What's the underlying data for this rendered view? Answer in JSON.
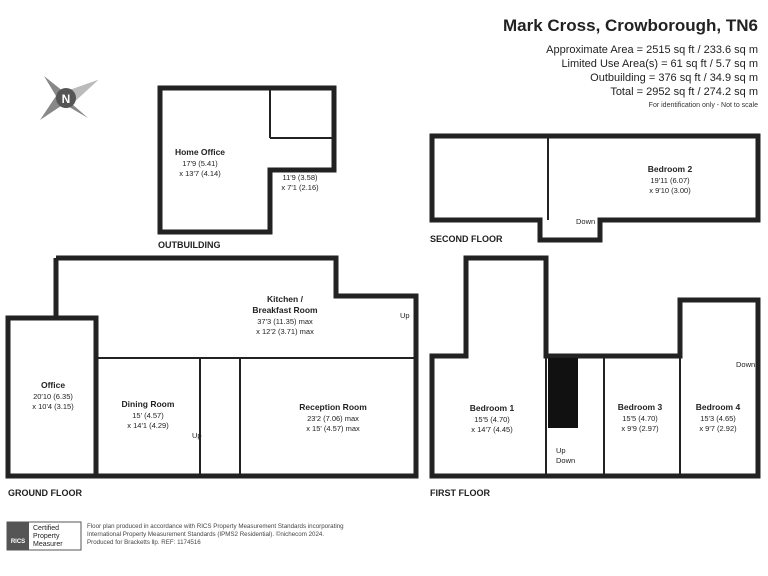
{
  "header": {
    "title": "Mark Cross, Crowborough, TN6",
    "approx_area": "Approximate Area = 2515 sq ft / 233.6 sq m",
    "limited_use": "Limited Use Area(s) = 61 sq ft / 5.7 sq m",
    "outbuilding": "Outbuilding = 376 sq ft / 34.9 sq m",
    "total": "Total = 2952 sq ft / 274.2 sq m",
    "note": "For identification only - Not to scale"
  },
  "compass": {
    "letter": "N"
  },
  "floors": {
    "outbuilding": "OUTBUILDING",
    "second": "SECOND FLOOR",
    "ground": "GROUND FLOOR",
    "first": "FIRST FLOOR"
  },
  "rooms": {
    "home_office": {
      "name": "Home Office",
      "dim1": "17'9 (5.41)",
      "dim2": "x 13'7 (4.14)"
    },
    "outbuilding_side": {
      "dim1": "11'9 (3.58)",
      "dim2": "x 7'1 (2.16)"
    },
    "bedroom2": {
      "name": "Bedroom 2",
      "dim1": "19'11 (6.07)",
      "dim2": "x 9'10 (3.00)"
    },
    "kitchen": {
      "name1": "Kitchen /",
      "name2": "Breakfast Room",
      "dim1": "37'3 (11.35) max",
      "dim2": "x 12'2 (3.71) max"
    },
    "office": {
      "name": "Office",
      "dim1": "20'10 (6.35)",
      "dim2": "x 10'4 (3.15)"
    },
    "dining": {
      "name": "Dining Room",
      "dim1": "15' (4.57)",
      "dim2": "x 14'1 (4.29)"
    },
    "reception": {
      "name": "Reception Room",
      "dim1": "23'2 (7.06) max",
      "dim2": "x 15' (4.57) max"
    },
    "bedroom1": {
      "name": "Bedroom 1",
      "dim1": "15'5 (4.70)",
      "dim2": "x 14'7 (4.45)"
    },
    "bedroom3": {
      "name": "Bedroom 3",
      "dim1": "15'5 (4.70)",
      "dim2": "x 9'9 (2.97)"
    },
    "bedroom4": {
      "name": "Bedroom 4",
      "dim1": "15'3 (4.65)",
      "dim2": "x 9'7 (2.92)"
    }
  },
  "stairs": {
    "up": "Up",
    "down": "Down"
  },
  "footer": {
    "badge_line1": "Certified",
    "badge_line2": "Property",
    "badge_line3": "Measurer",
    "badge_rics": "RICS",
    "line1": "Floor plan produced in accordance with RICS Property Measurement Standards incorporating",
    "line2": "International Property Measurement Standards (IPMS2 Residential). ©nichecom 2024.",
    "line3": "Produced for Bracketts llp.   REF:  1174516"
  }
}
